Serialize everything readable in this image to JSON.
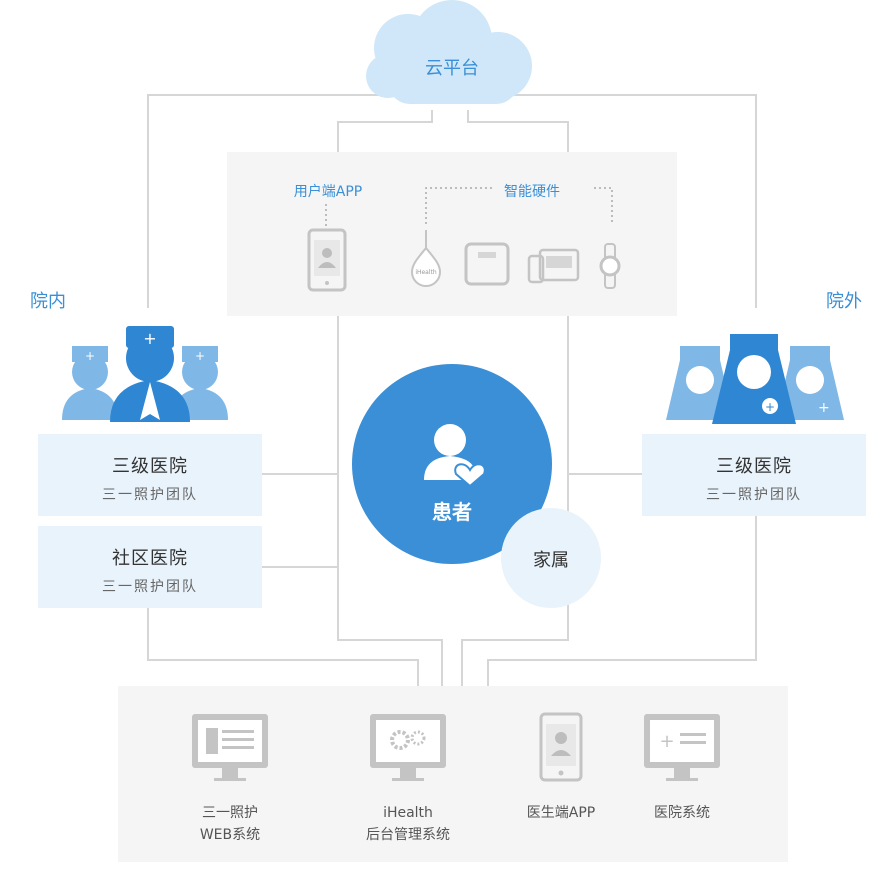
{
  "cloud": {
    "label": "云平台"
  },
  "devices_panel": {
    "user_app_label": "用户端APP",
    "smart_hardware_label": "智能硬件",
    "thermometer_brand": "iHealth"
  },
  "left": {
    "section_label": "院内",
    "cards": [
      {
        "title": "三级医院",
        "subtitle": "三一照护团队"
      },
      {
        "title": "社区医院",
        "subtitle": "三一照护团队"
      }
    ]
  },
  "right": {
    "section_label": "院外",
    "cards": [
      {
        "title": "三级医院",
        "subtitle": "三一照护团队"
      }
    ]
  },
  "center": {
    "patient_label": "患者",
    "family_label": "家属"
  },
  "bottom": {
    "items": [
      {
        "line1": "三一照护",
        "line2": "WEB系统"
      },
      {
        "line1": "iHealth",
        "line2": "后台管理系统"
      },
      {
        "line1": "医生端APP",
        "line2": ""
      },
      {
        "line1": "医院系统",
        "line2": ""
      }
    ]
  },
  "colors": {
    "accent": "#3a8fd6",
    "accent_light": "#e8f3fb",
    "cloud": "#cfe7f8",
    "line": "#d6d6d6",
    "panel": "#f5f5f5",
    "icon_gray": "#c4c4c4"
  }
}
